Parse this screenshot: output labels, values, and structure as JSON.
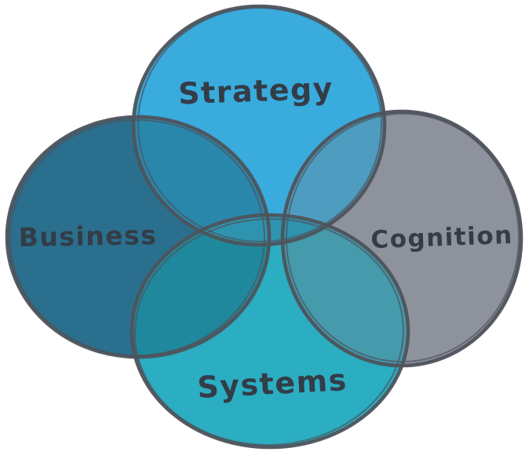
{
  "diagram": {
    "type": "venn",
    "background": "#ffffff",
    "stroke_color": "#4e535b",
    "label_color": "#333c47",
    "circles": [
      {
        "id": "strategy",
        "label": "Strategy",
        "fill": "#39abdd"
      },
      {
        "id": "business",
        "label": "Business",
        "fill": "#2b6f8e"
      },
      {
        "id": "cognition",
        "label": "Cognition",
        "fill": "#8e929c"
      },
      {
        "id": "systems",
        "label": "Systems",
        "fill": "#2badc2"
      }
    ],
    "overlaps": [
      {
        "pair": "strategy-business",
        "fill": "#2987ac"
      },
      {
        "pair": "strategy-cognition",
        "fill": "#4e9dc0"
      },
      {
        "pair": "business-systems",
        "fill": "#20889d"
      },
      {
        "pair": "cognition-systems",
        "fill": "#459aab"
      },
      {
        "pair": "strategy-systems",
        "fill": "#2e93af"
      }
    ]
  }
}
